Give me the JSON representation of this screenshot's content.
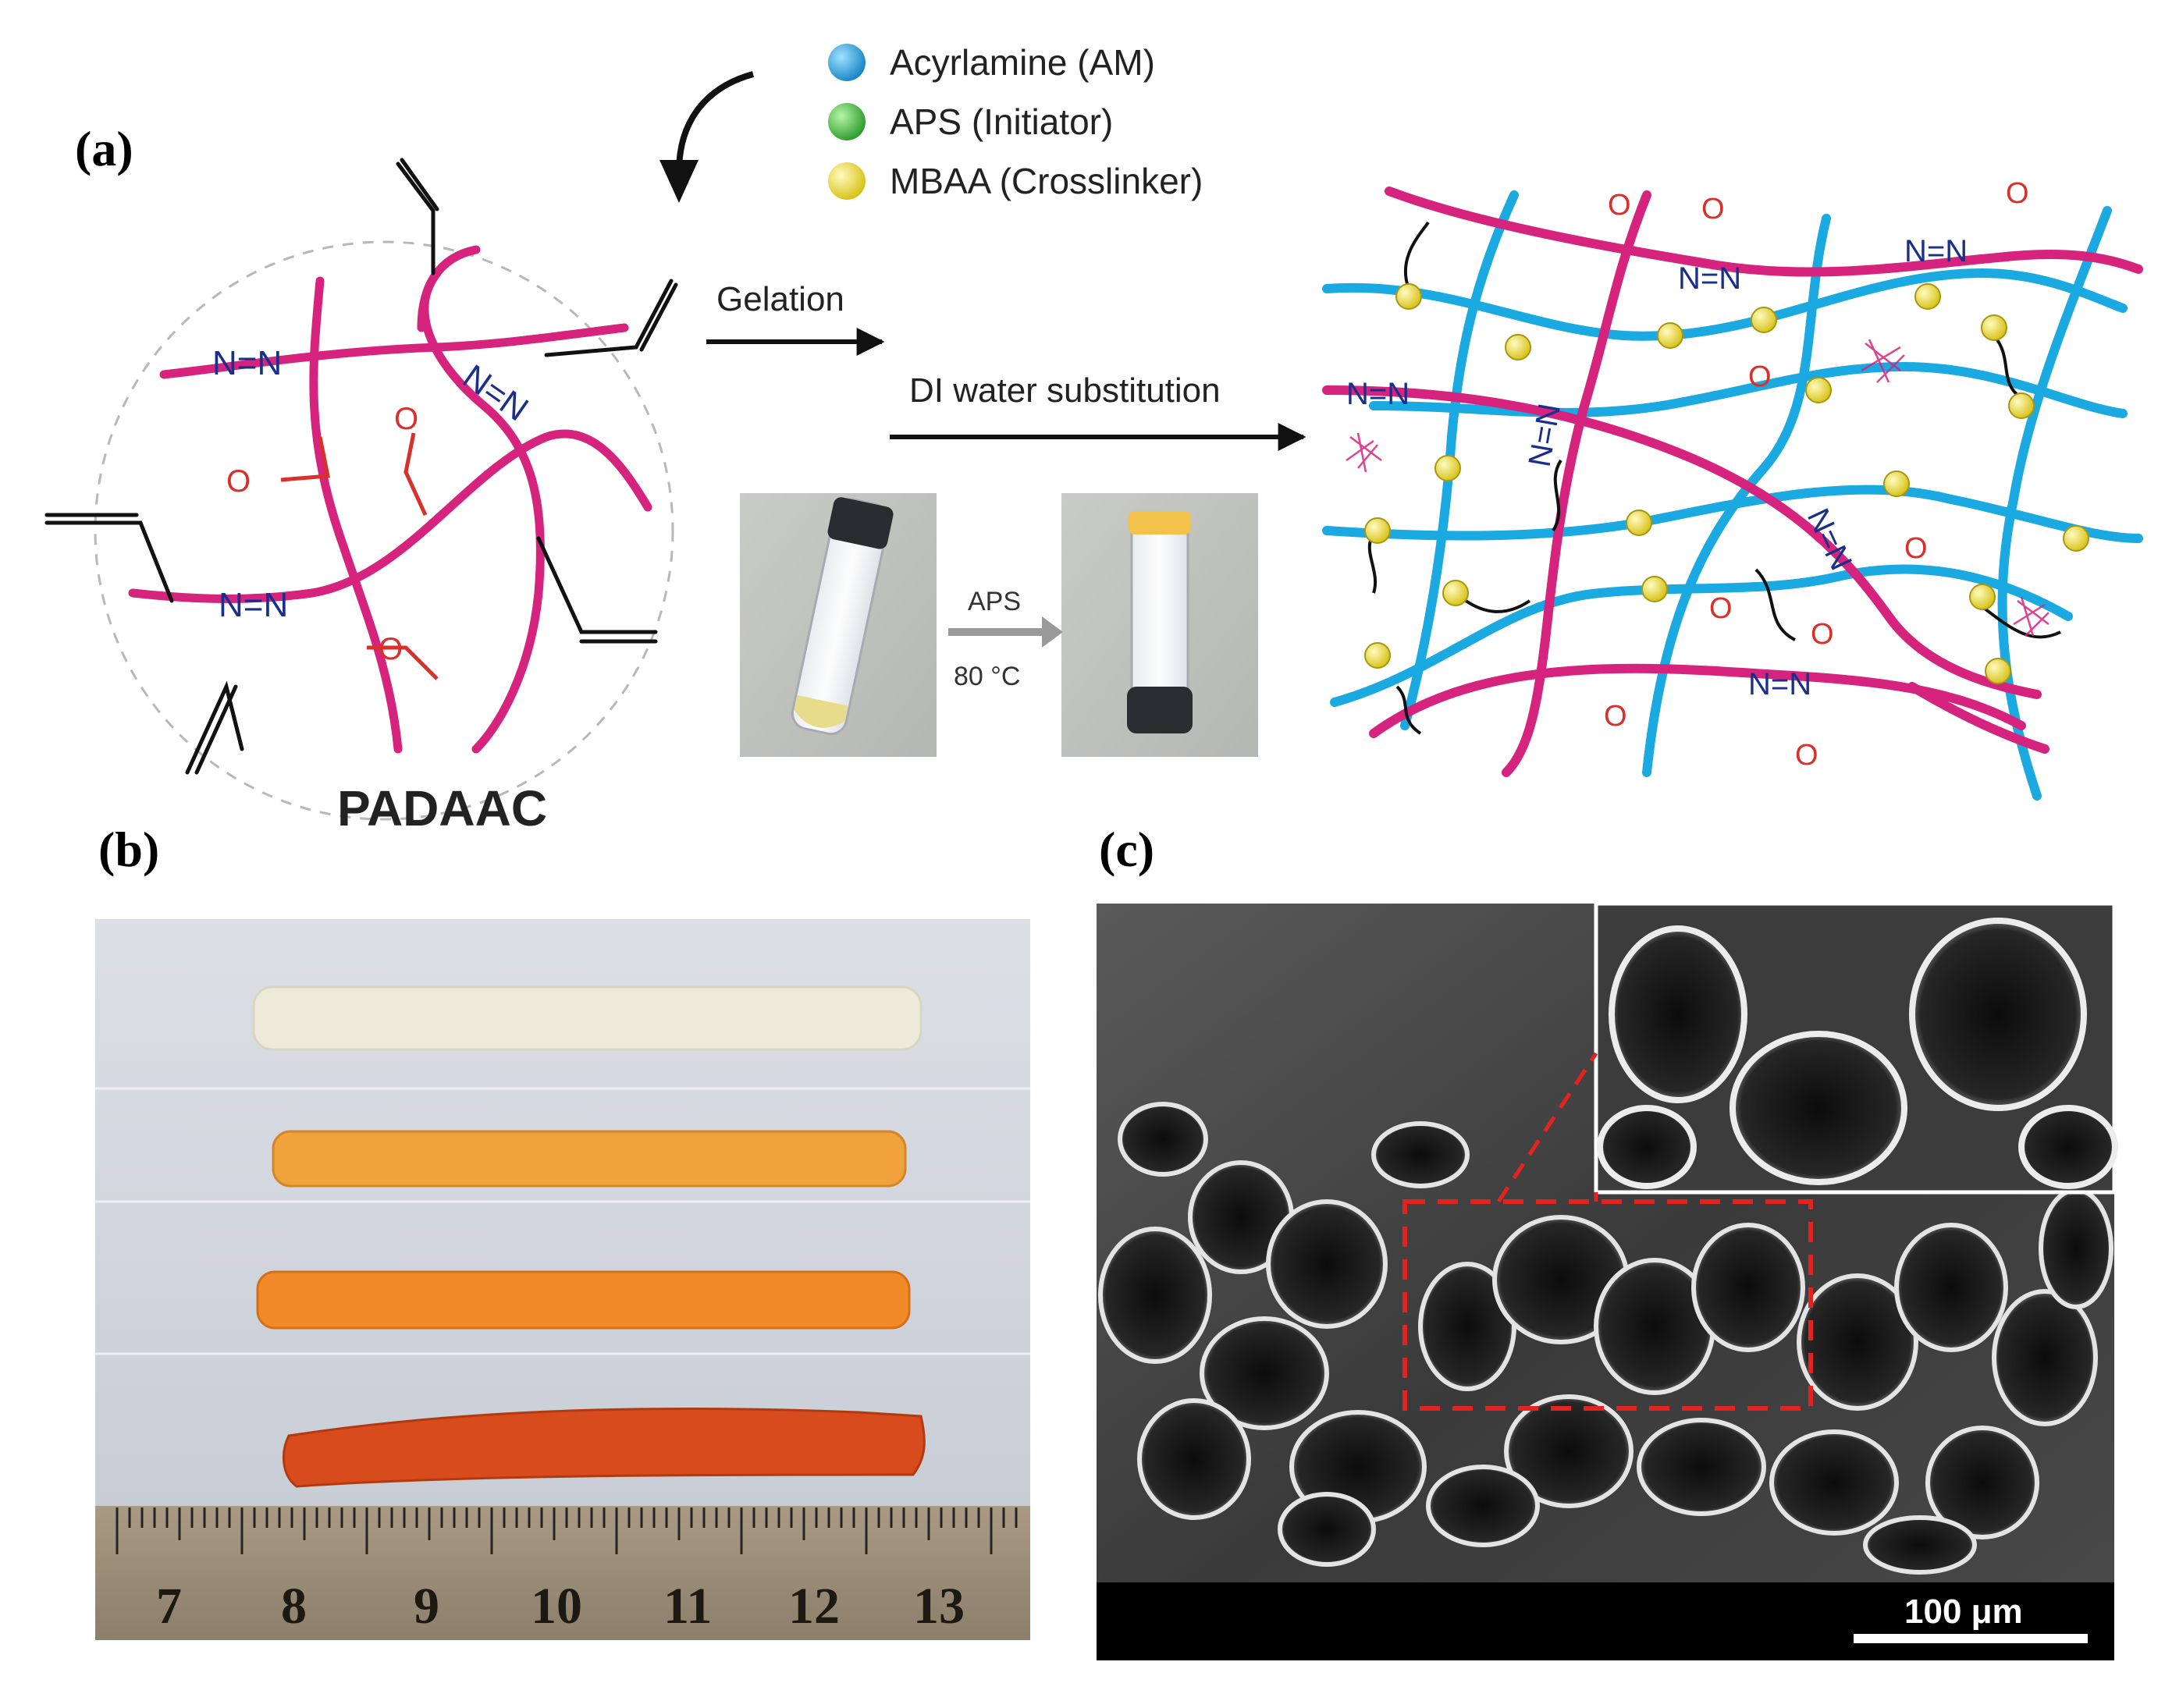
{
  "panels": {
    "a": {
      "label": "(a)"
    },
    "b": {
      "label": "(b)"
    },
    "c": {
      "label": "(c)"
    }
  },
  "legend": [
    {
      "text": "Acyrlamine (AM)",
      "color": "#1aa9e0"
    },
    {
      "text": "APS (Initiator)",
      "color": "#3fbf3a"
    },
    {
      "text": "MBAA (Crosslinker)",
      "color": "#e8dc1e"
    }
  ],
  "schematic": {
    "precursor_name": "PADAAC",
    "azo": "N=N",
    "aldehyde": "O",
    "step1": "Gelation",
    "step2": "DI water substitution",
    "vial_arrow_top": "APS",
    "vial_arrow_bottom": "80 °C"
  },
  "ruler": {
    "ticks": [
      "7",
      "8",
      "9",
      "10",
      "11",
      "12",
      "13"
    ]
  },
  "sem": {
    "scale_bar": "100 μm"
  },
  "colors": {
    "pink": "#d6237e",
    "blue": "#1aa9e0",
    "yellow": "#e8dc1e",
    "navy": "#1a2f8a",
    "red_text": "#d8312b"
  }
}
